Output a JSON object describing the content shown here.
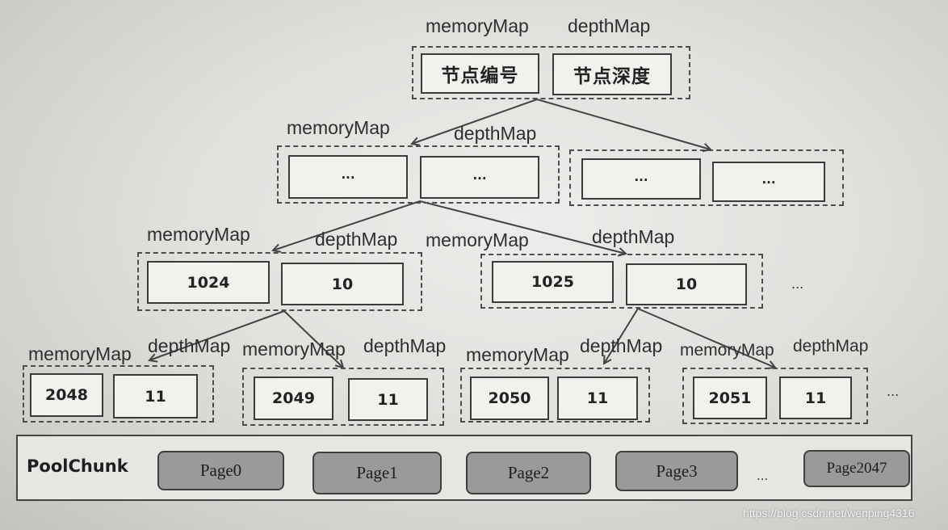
{
  "tree": {
    "root": {
      "memory_label": "memoryMap",
      "depth_label": "depthMap",
      "memory_value": "节点编号",
      "depth_value": "节点深度"
    },
    "level2": [
      {
        "memory_label": "memoryMap",
        "depth_label": "depthMap",
        "memory_value": "...",
        "depth_value": "..."
      },
      {
        "memory_value": "...",
        "depth_value": "..."
      }
    ],
    "level3": [
      {
        "memory_label": "memoryMap",
        "depth_label": "depthMap",
        "memory_value": "1024",
        "depth_value": "10"
      },
      {
        "memory_label": "memoryMap",
        "depth_label": "depthMap",
        "memory_value": "1025",
        "depth_value": "10"
      }
    ],
    "level3_more": "...",
    "level4": [
      {
        "memory_label": "memoryMap",
        "depth_label": "depthMap",
        "memory_value": "2048",
        "depth_value": "11"
      },
      {
        "memory_label": "memoryMap",
        "depth_label": "depthMap",
        "memory_value": "2049",
        "depth_value": "11"
      },
      {
        "memory_label": "memoryMap",
        "depth_label": "depthMap",
        "memory_value": "2050",
        "depth_value": "11"
      },
      {
        "memory_label": "memoryMap",
        "depth_label": "depthMap",
        "memory_value": "2051",
        "depth_value": "11"
      }
    ],
    "level4_more": "..."
  },
  "pool_chunk": {
    "label": "PoolChunk",
    "pages": [
      "Page0",
      "Page1",
      "Page2",
      "Page3",
      "Page2047"
    ],
    "more": "..."
  },
  "watermark": "https://blog.csdn.net/wenping4316",
  "colors": {
    "page_fill": "#9a9a98",
    "cell_fill": "#f1f1ee",
    "line": "#444444"
  }
}
